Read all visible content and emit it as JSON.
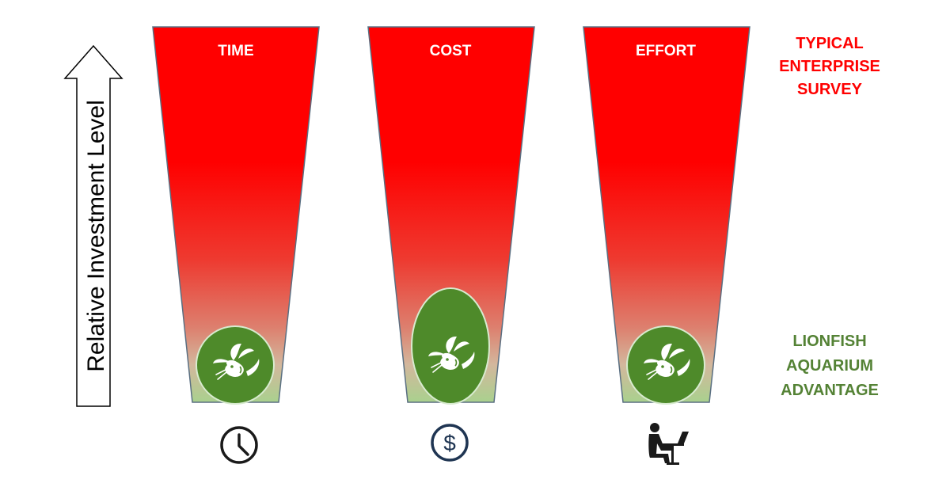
{
  "axis": {
    "label": "Relative Investment Level"
  },
  "columns": [
    {
      "id": "time",
      "label": "TIME",
      "icon": "clock-icon",
      "badge_shape": "circle"
    },
    {
      "id": "cost",
      "label": "COST",
      "icon": "dollar-icon",
      "badge_shape": "oval"
    },
    {
      "id": "effort",
      "label": "EFFORT",
      "icon": "person-at-laptop-icon",
      "badge_shape": "circle"
    }
  ],
  "legend": {
    "top": {
      "lines": [
        "TYPICAL",
        "ENTERPRISE",
        "SURVEY"
      ],
      "color": "#ff0000"
    },
    "bottom": {
      "lines": [
        "LIONFISH",
        "AQUARIUM",
        "ADVANTAGE"
      ],
      "color": "#548235"
    }
  },
  "colors": {
    "high": "#ff0000",
    "low": "#a9d18e",
    "badge": "#4e8a2a",
    "icon_dark": "#1a1a1a",
    "dollar_ring": "#1f3552"
  },
  "logo": {
    "name": "lionfish-logo"
  }
}
